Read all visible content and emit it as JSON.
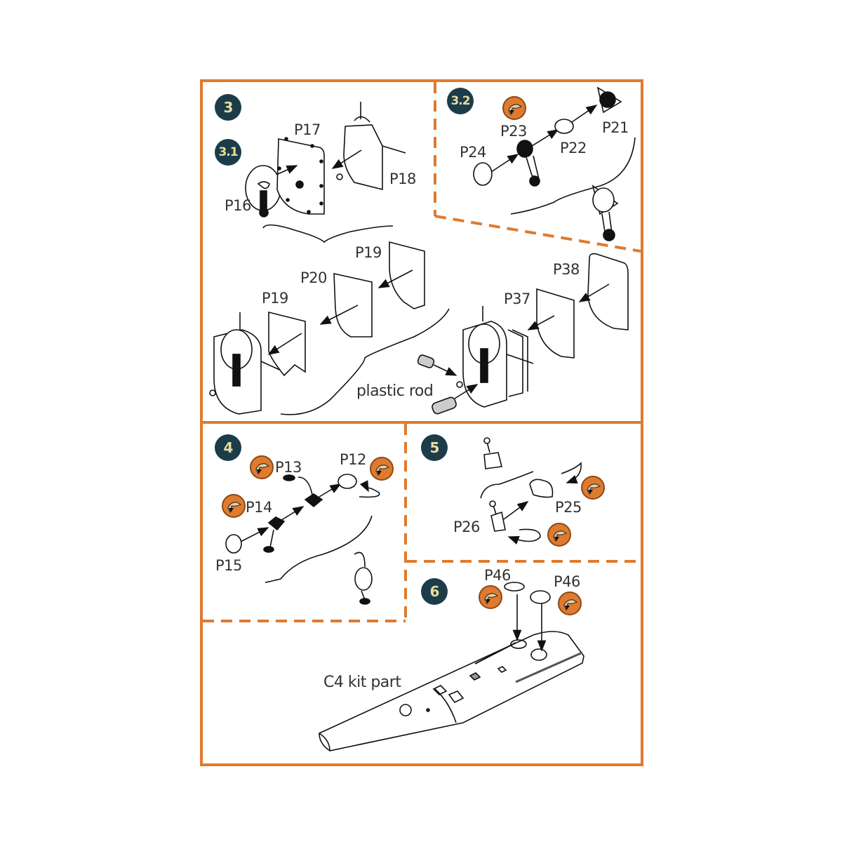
{
  "colors": {
    "frame": "#e07a2e",
    "badge_bg": "#1d3c4a",
    "badge_text": "#e8dca0",
    "glue_icon": "#e07a2e",
    "line": "#111111"
  },
  "steps": [
    {
      "id": "3",
      "label": "3"
    },
    {
      "id": "3.1",
      "label": "3.1"
    },
    {
      "id": "3.2",
      "label": "3.2"
    },
    {
      "id": "4",
      "label": "4"
    },
    {
      "id": "5",
      "label": "5"
    },
    {
      "id": "6",
      "label": "6"
    }
  ],
  "parts": {
    "p16": "P16",
    "p17": "P17",
    "p18": "P18",
    "p19a": "P19",
    "p19b": "P19",
    "p20": "P20",
    "p21": "P21",
    "p22": "P22",
    "p23": "P23",
    "p24": "P24",
    "p37": "P37",
    "p38": "P38",
    "p12": "P12",
    "p13": "P13",
    "p14": "P14",
    "p15": "P15",
    "p25": "P25",
    "p26": "P26",
    "p46a": "P46",
    "p46b": "P46"
  },
  "notes": {
    "plastic_rod": "plastic rod",
    "kit_part": "C4 kit part"
  },
  "icons": {
    "glue": "glue-icon",
    "arrow": "arrow-icon",
    "bracket": "brace-icon"
  }
}
